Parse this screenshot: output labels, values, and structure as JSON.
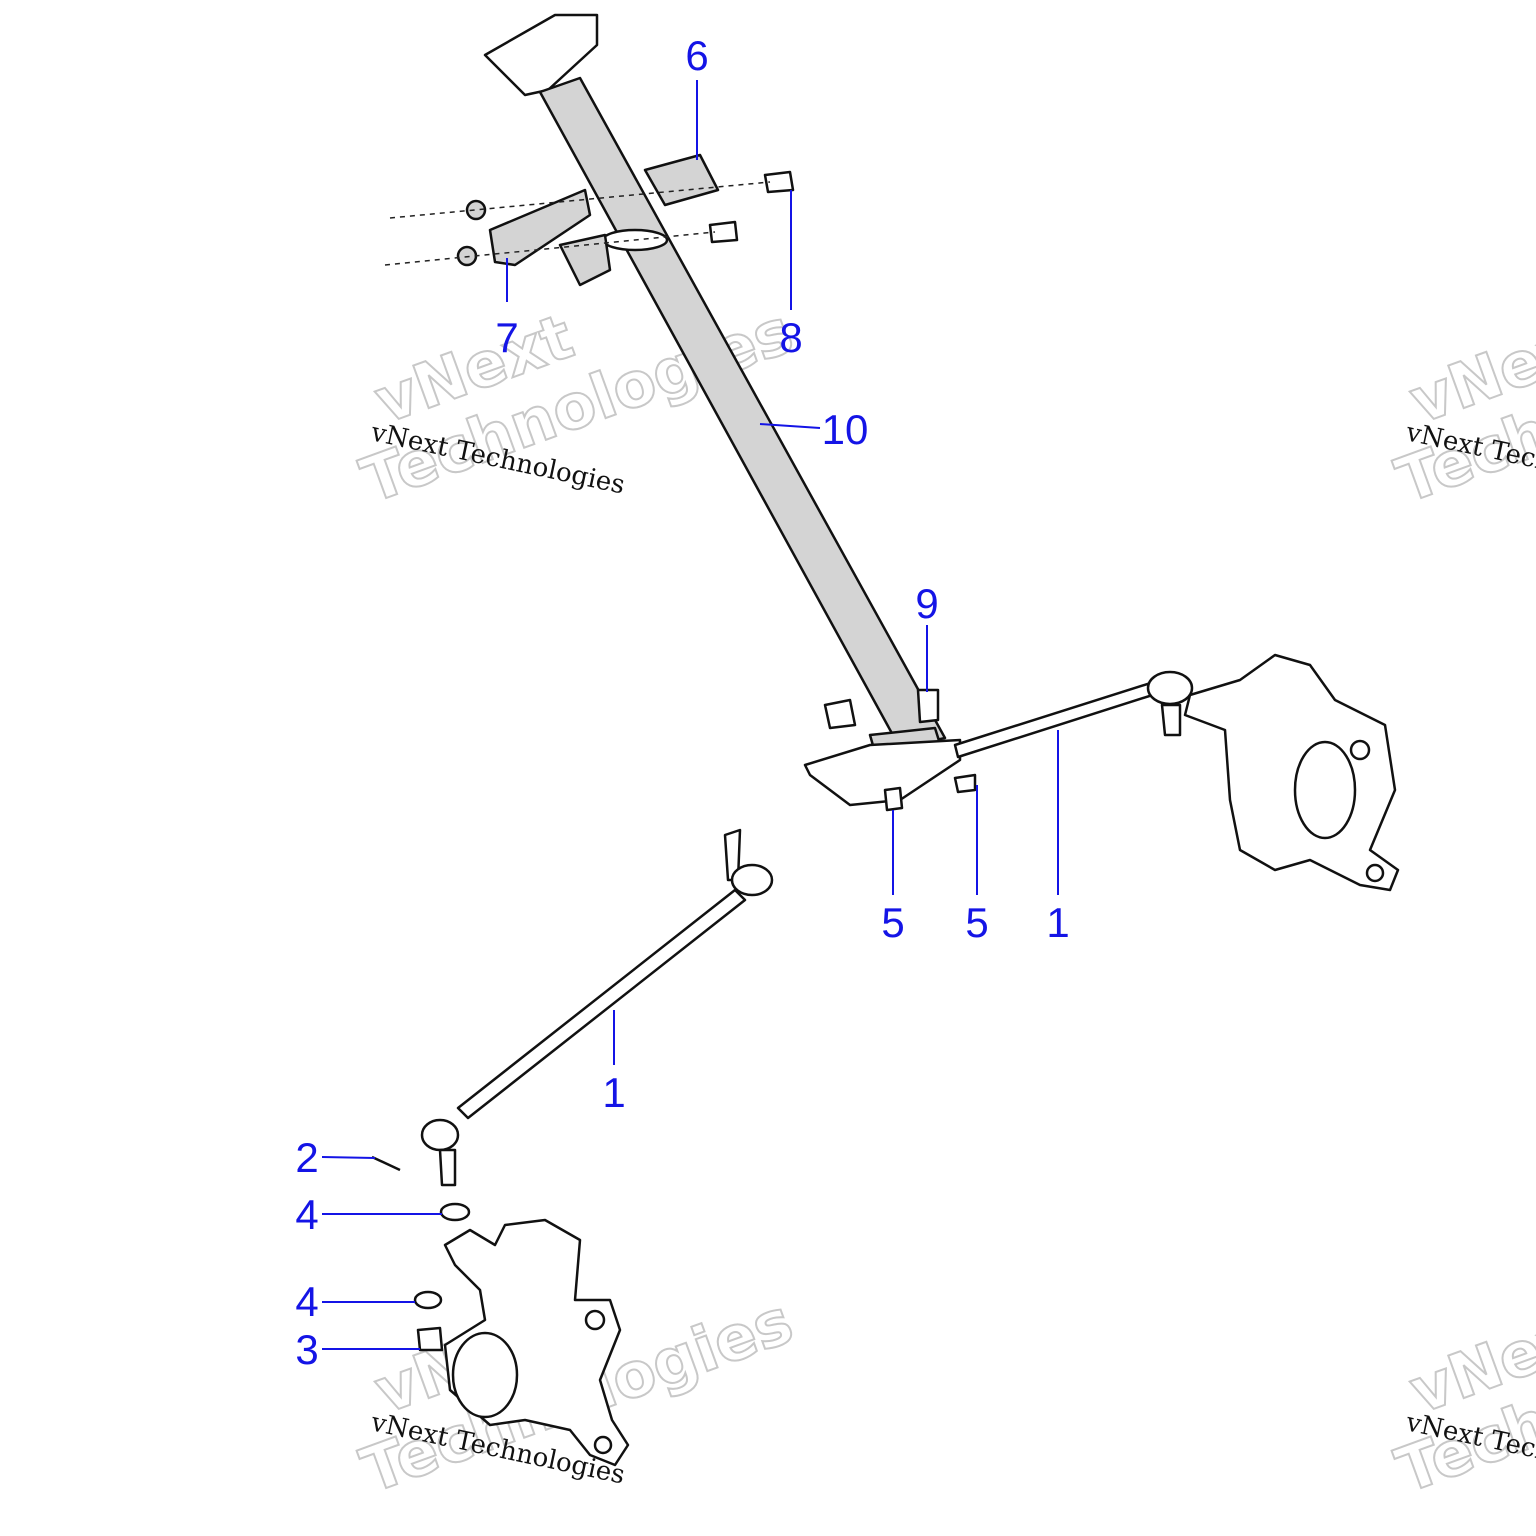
{
  "diagram": {
    "title": "Steering column and tie rod assembly",
    "callouts": [
      {
        "label": "6"
      },
      {
        "label": "7"
      },
      {
        "label": "8"
      },
      {
        "label": "10"
      },
      {
        "label": "9"
      },
      {
        "label": "5"
      },
      {
        "label": "5"
      },
      {
        "label": "1"
      },
      {
        "label": "1"
      },
      {
        "label": "2"
      },
      {
        "label": "4"
      },
      {
        "label": "4"
      },
      {
        "label": "3"
      }
    ]
  },
  "watermark": {
    "line_serif": "vNext Technologies",
    "outline_top": "vNext",
    "outline_bottom": "Technologies"
  },
  "colors": {
    "callout": "#1414e6",
    "part_fill": "#d4d4d4"
  }
}
